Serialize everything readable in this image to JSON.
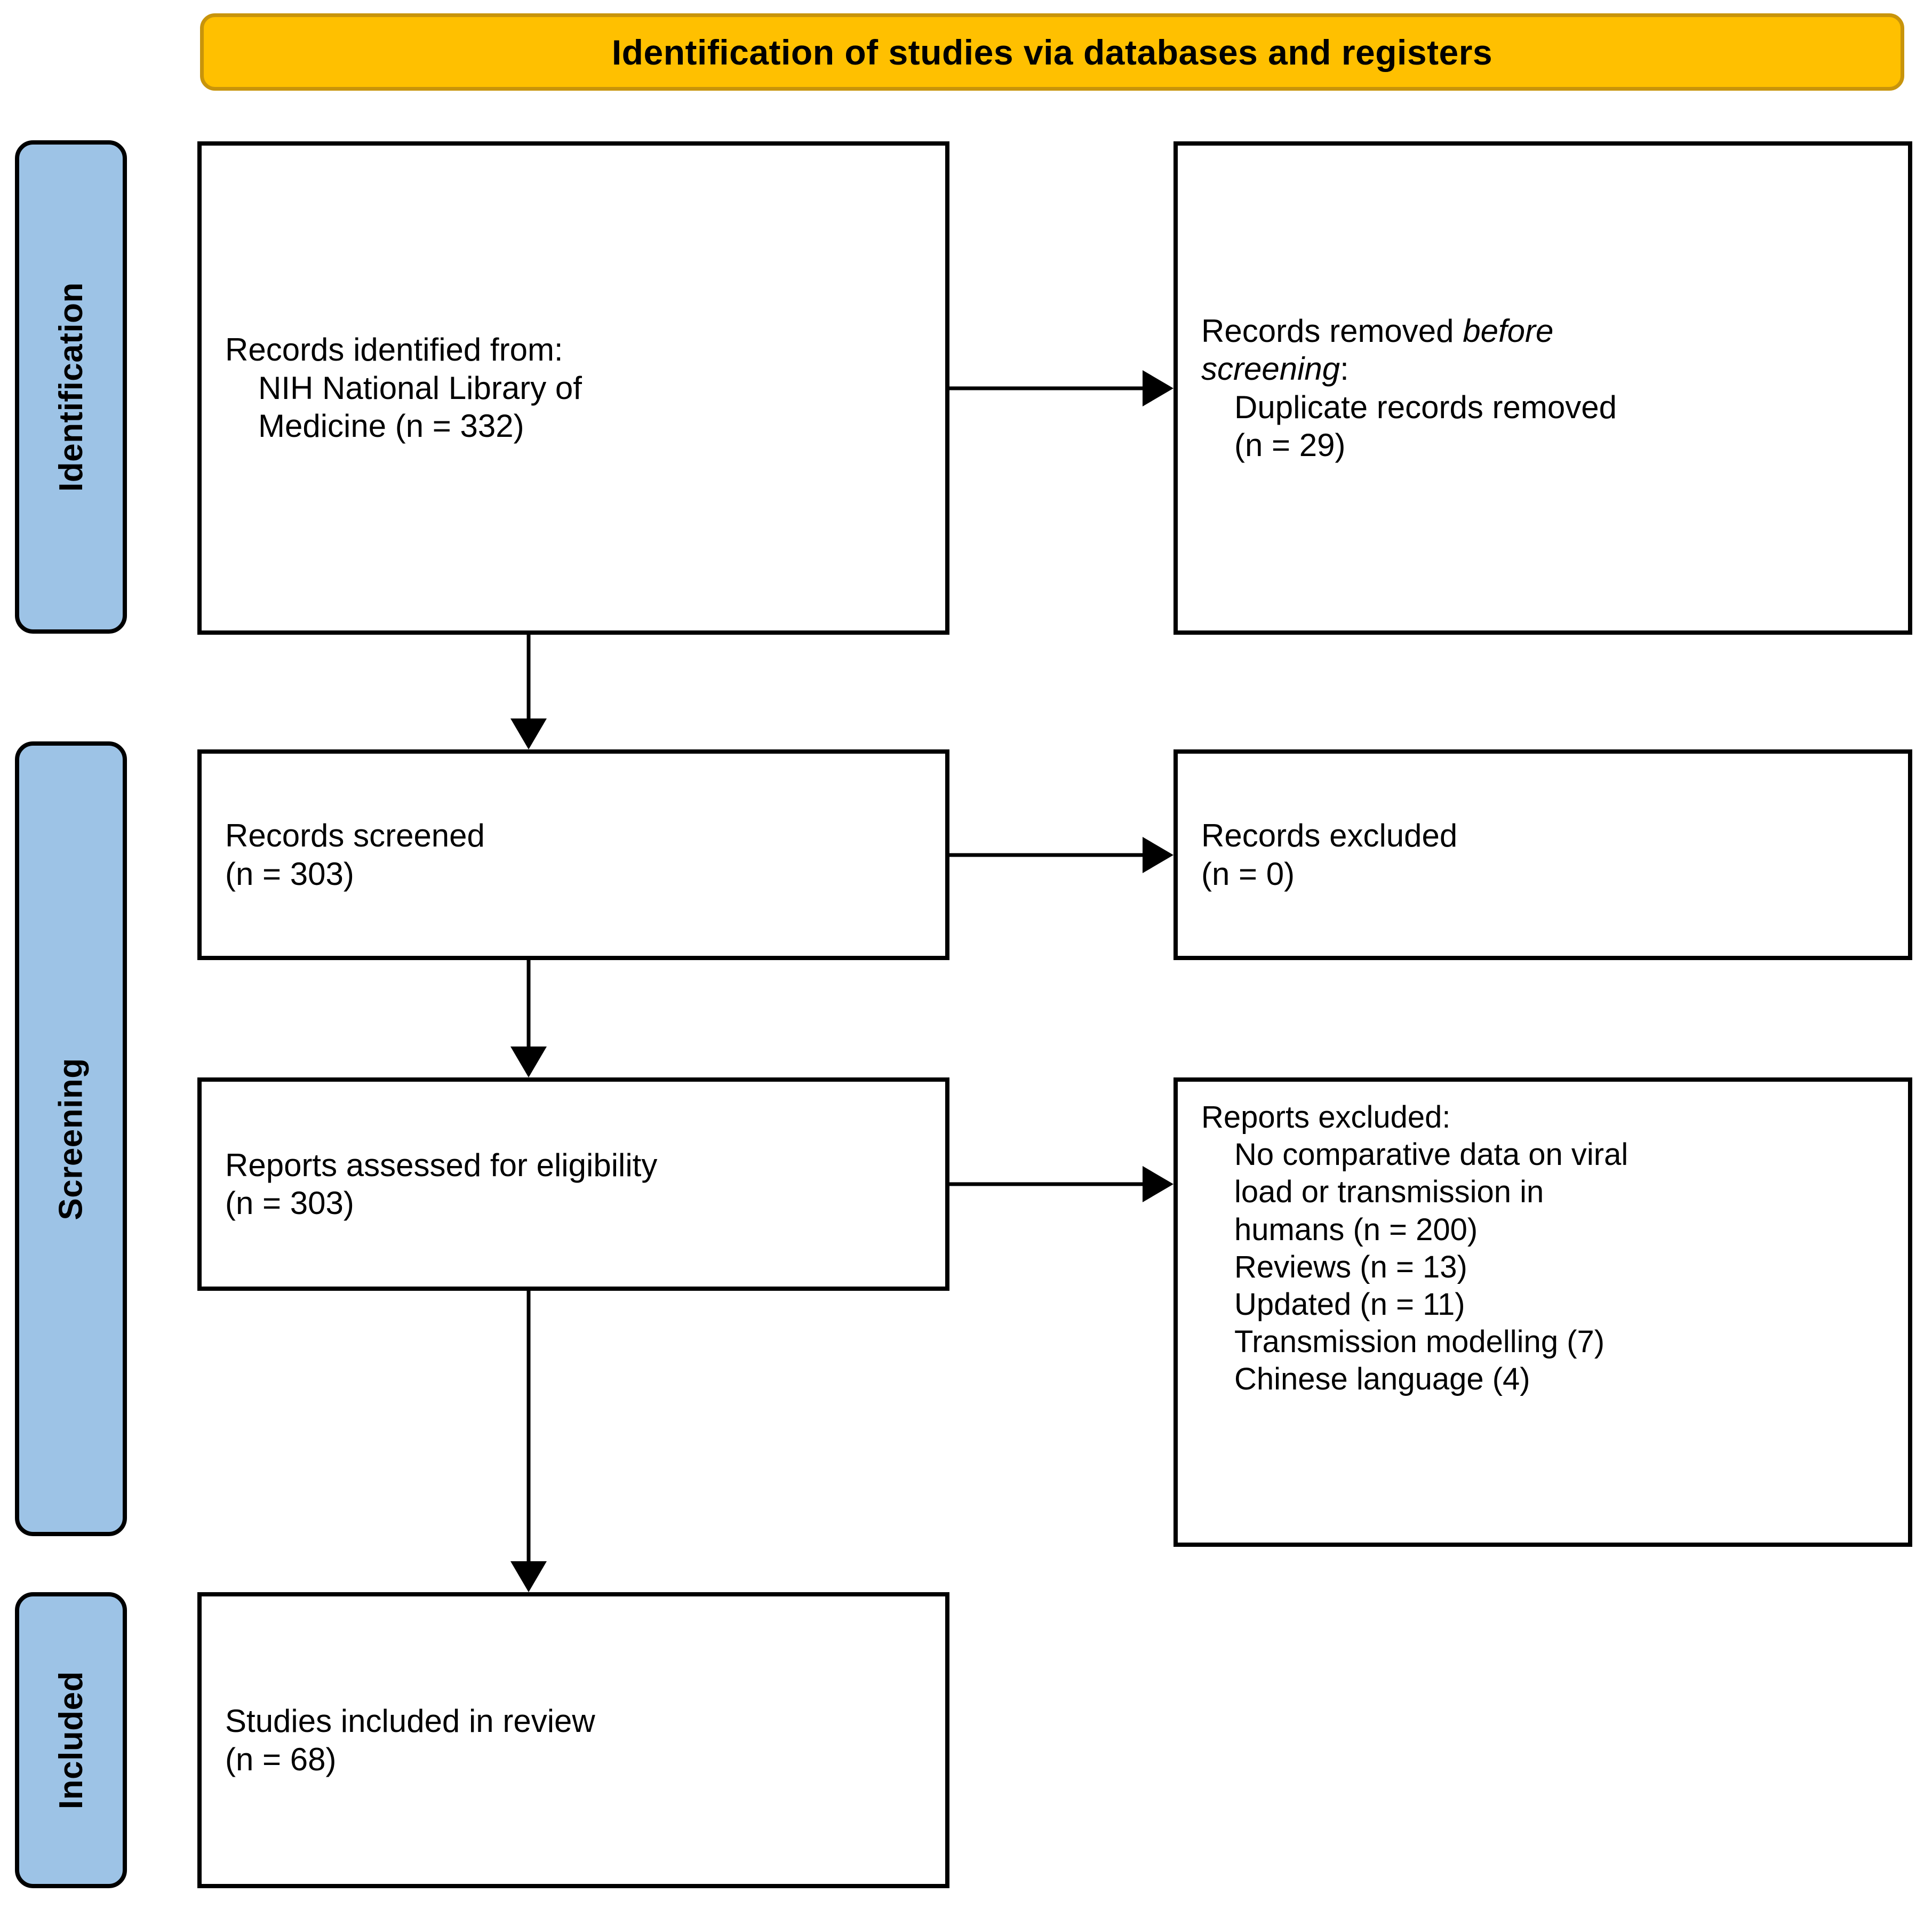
{
  "header": {
    "title": "Identification of studies via databases and registers"
  },
  "stages": [
    {
      "id": "identification",
      "label": "Identification"
    },
    {
      "id": "screening",
      "label": "Screening"
    },
    {
      "id": "included",
      "label": "Included"
    }
  ],
  "boxes": {
    "identified": {
      "line1": "Records identified from:",
      "line2": "NIH National Library of",
      "line3": "Medicine (n = 332)"
    },
    "removed_before_screening": {
      "line1_prefix": "Records removed ",
      "line1_em": "before",
      "line2_em": "screening",
      "line2_suffix": ":",
      "line3": "Duplicate records removed",
      "line4": "(n = 29)"
    },
    "screened": {
      "line1": "Records screened",
      "line2": "(n = 303)"
    },
    "records_excluded": {
      "line1": "Records excluded",
      "line2": "(n = 0)"
    },
    "assessed": {
      "line1": "Reports assessed for eligibility",
      "line2": "(n = 303)"
    },
    "reports_excluded": {
      "line1": "Reports excluded:",
      "reasons": [
        "No comparative data on viral",
        "load or transmission in",
        "humans (n = 200)",
        "Reviews (n = 13)",
        "Updated (n = 11)",
        "Transmission modelling (7)",
        "Chinese language (4)"
      ]
    },
    "included": {
      "line1": "Studies included in review",
      "line2": "(n = 68)"
    }
  },
  "chart_data": {
    "type": "diagram",
    "diagram_kind": "PRISMA 2020 flow diagram",
    "title": "Identification of studies via databases and registers",
    "stages": [
      "Identification",
      "Screening",
      "Included"
    ],
    "nodes": [
      {
        "id": "identified",
        "stage": "Identification",
        "label": "Records identified from: NIH National Library of Medicine",
        "n": 332
      },
      {
        "id": "removed_before_screening",
        "stage": "Identification",
        "label": "Records removed before screening: Duplicate records removed",
        "n": 29
      },
      {
        "id": "screened",
        "stage": "Screening",
        "label": "Records screened",
        "n": 303
      },
      {
        "id": "records_excluded",
        "stage": "Screening",
        "label": "Records excluded",
        "n": 0
      },
      {
        "id": "assessed",
        "stage": "Screening",
        "label": "Reports assessed for eligibility",
        "n": 303
      },
      {
        "id": "reports_excluded",
        "stage": "Screening",
        "label": "Reports excluded",
        "breakdown": [
          {
            "reason": "No comparative data on viral load or transmission in humans",
            "n": 200
          },
          {
            "reason": "Reviews",
            "n": 13
          },
          {
            "reason": "Updated",
            "n": 11
          },
          {
            "reason": "Transmission modelling",
            "n": 7
          },
          {
            "reason": "Chinese language",
            "n": 4
          }
        ]
      },
      {
        "id": "included",
        "stage": "Included",
        "label": "Studies included in review",
        "n": 68
      }
    ],
    "edges": [
      {
        "from": "identified",
        "to": "removed_before_screening",
        "direction": "right"
      },
      {
        "from": "identified",
        "to": "screened",
        "direction": "down"
      },
      {
        "from": "screened",
        "to": "records_excluded",
        "direction": "right"
      },
      {
        "from": "screened",
        "to": "assessed",
        "direction": "down"
      },
      {
        "from": "assessed",
        "to": "reports_excluded",
        "direction": "right"
      },
      {
        "from": "assessed",
        "to": "included",
        "direction": "down"
      }
    ],
    "colors": {
      "banner": "#FFC000",
      "banner_border": "#C8940B",
      "stage_tab": "#9DC3E6",
      "box_border": "#000000",
      "text": "#000000"
    }
  }
}
